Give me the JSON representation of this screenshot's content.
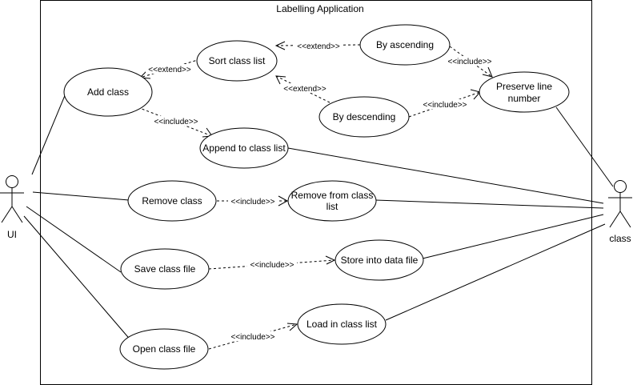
{
  "system": {
    "title": "Labelling Application"
  },
  "actors": [
    {
      "id": "ui",
      "label": "UI"
    },
    {
      "id": "class",
      "label": "class"
    }
  ],
  "use_cases": [
    {
      "id": "add_class",
      "lines": [
        "Add class"
      ]
    },
    {
      "id": "sort_class_list",
      "lines": [
        "Sort class list"
      ]
    },
    {
      "id": "by_ascending",
      "lines": [
        "By ascending"
      ]
    },
    {
      "id": "by_descending",
      "lines": [
        "By descending"
      ]
    },
    {
      "id": "preserve_line_number",
      "lines": [
        "Preserve line",
        "number"
      ]
    },
    {
      "id": "append_to_class_list",
      "lines": [
        "Append to class list"
      ]
    },
    {
      "id": "remove_class",
      "lines": [
        "Remove class"
      ]
    },
    {
      "id": "remove_from_class_list",
      "lines": [
        "Remove from class",
        "list"
      ]
    },
    {
      "id": "save_class_file",
      "lines": [
        "Save class file"
      ]
    },
    {
      "id": "store_into_data_file",
      "lines": [
        "Store into data file"
      ]
    },
    {
      "id": "open_class_file",
      "lines": [
        "Open class file"
      ]
    },
    {
      "id": "load_in_class_list",
      "lines": [
        "Load in class list"
      ]
    }
  ],
  "relationships": [
    {
      "from": "sort_class_list",
      "to": "add_class",
      "label": "<<extend>>"
    },
    {
      "from": "by_ascending",
      "to": "sort_class_list",
      "label": "<<extend>>"
    },
    {
      "from": "by_descending",
      "to": "sort_class_list",
      "label": "<<extend>>"
    },
    {
      "from": "by_ascending",
      "to": "preserve_line_number",
      "label": "<<include>>"
    },
    {
      "from": "by_descending",
      "to": "preserve_line_number",
      "label": "<<include>>"
    },
    {
      "from": "add_class",
      "to": "append_to_class_list",
      "label": "<<include>>"
    },
    {
      "from": "remove_class",
      "to": "remove_from_class_list",
      "label": "<<include>>"
    },
    {
      "from": "save_class_file",
      "to": "store_into_data_file",
      "label": "<<include>>"
    },
    {
      "from": "open_class_file",
      "to": "load_in_class_list",
      "label": "<<include>>"
    }
  ],
  "associations": [
    {
      "actor": "ui",
      "use_case": "add_class"
    },
    {
      "actor": "ui",
      "use_case": "remove_class"
    },
    {
      "actor": "ui",
      "use_case": "save_class_file"
    },
    {
      "actor": "ui",
      "use_case": "open_class_file"
    },
    {
      "actor": "class",
      "use_case": "preserve_line_number"
    },
    {
      "actor": "class",
      "use_case": "append_to_class_list"
    },
    {
      "actor": "class",
      "use_case": "remove_from_class_list"
    },
    {
      "actor": "class",
      "use_case": "store_into_data_file"
    },
    {
      "actor": "class",
      "use_case": "load_in_class_list"
    }
  ]
}
